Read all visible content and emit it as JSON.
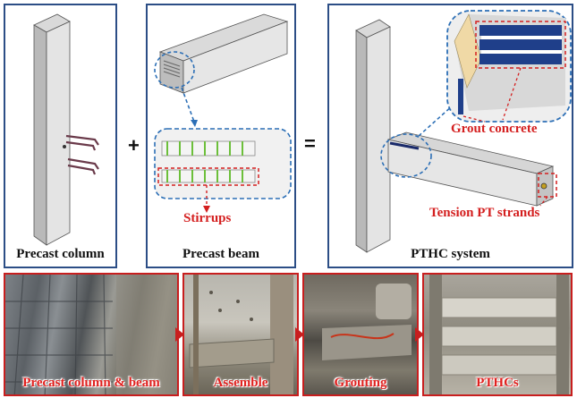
{
  "panels": {
    "column_label": "Precast column",
    "beam_label": "Precast beam",
    "system_label": "PTHC system"
  },
  "operators": {
    "plus": "+",
    "equals": "="
  },
  "annotations": {
    "stirrups": "Stirrups",
    "grout_concrete": "Grout concrete",
    "tension_strands": "Tension PT strands"
  },
  "photos": [
    {
      "caption": "Precast column & beam"
    },
    {
      "caption": "Assemble"
    },
    {
      "caption": "Grouting"
    },
    {
      "caption": "PTHCs"
    }
  ],
  "colors": {
    "panel_border": "#2c4e86",
    "photo_border": "#c81e1e",
    "accent_red": "#d41f1f"
  }
}
